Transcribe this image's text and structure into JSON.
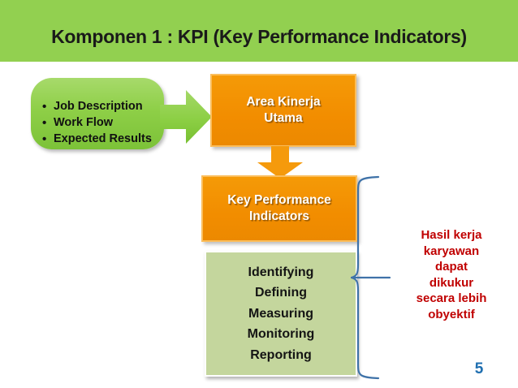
{
  "slide": {
    "title": "Komponen 1 : KPI (Key Performance Indicators)",
    "page_number": "5",
    "colors": {
      "banner_green": "#92d050",
      "card_green": "#8ecf47",
      "orange": "#f28d00",
      "orange_border": "#fbbe5c",
      "sage_green": "#c4d69d",
      "note_red": "#c00000",
      "brace_blue": "#3f72a8",
      "page_number_blue": "#1f6fb0",
      "title_text": "#1a1a1a"
    }
  },
  "inputs_card": {
    "name": "job-inputs-card",
    "bullets": [
      {
        "marker": "•",
        "label": "Job Description"
      },
      {
        "marker": "•",
        "label": "Work Flow"
      },
      {
        "marker": "•",
        "label": "Expected Results"
      }
    ]
  },
  "connectors": {
    "green_right_arrow": "arrow-right-icon",
    "orange_down_arrow": "arrow-down-icon",
    "blue_brace": "curly-brace-icon"
  },
  "area_box": {
    "line1": "Area Kinerja",
    "line2": "Utama"
  },
  "kpi_box": {
    "line1": "Key Performance",
    "line2": "Indicators"
  },
  "activities_box": {
    "items": [
      "Identifying",
      "Defining",
      "Measuring",
      "Monitoring",
      "Reporting"
    ]
  },
  "note": {
    "lines": [
      "Hasil kerja",
      "karyawan",
      "dapat",
      "dikukur",
      "secara lebih",
      "obyektif"
    ]
  }
}
